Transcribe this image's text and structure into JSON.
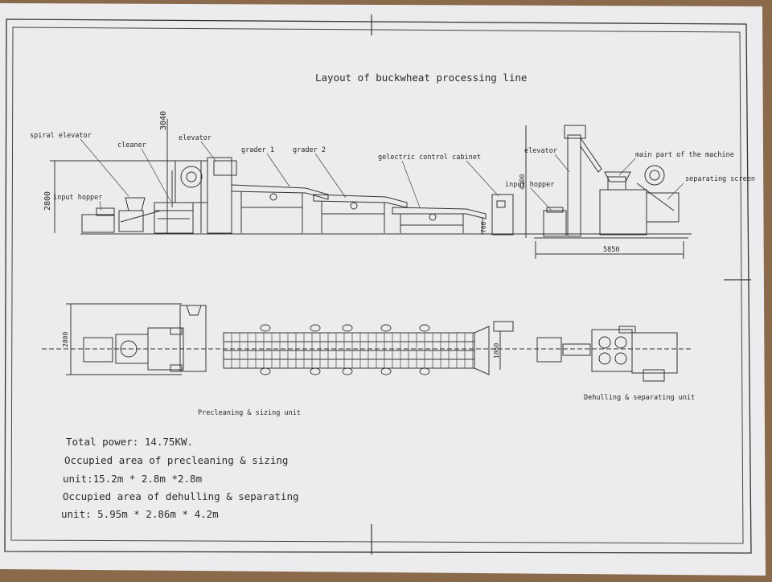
{
  "title": "Layout of buckwheat processing line",
  "labels": {
    "spiral_elevator": "spiral elevator",
    "cleaner": "cleaner",
    "elevator_left": "elevator",
    "grader_1": "grader 1",
    "grader_2": "grader 2",
    "control_cabinet": "gelectric control cabinet",
    "input_hopper_left": "input hopper",
    "elevator_right": "elevator",
    "main_part": "main part of the machine",
    "separating_screen": "separating screen",
    "input_hopper_right": "input hopper"
  },
  "dimensions": {
    "height_3040": "3040",
    "height_2800": "2800",
    "height_760": "760",
    "width_5850": "5850",
    "plan_2800": "2800",
    "plan_1860": "1860",
    "right_height": "4200"
  },
  "captions": {
    "precleaning": "Precleaning & sizing unit",
    "dehulling": "Dehulling & separating unit"
  },
  "notes": {
    "line1": "Total power: 14.75KW.",
    "line2": "Occupied area of precleaning & sizing",
    "line3": "unit:15.2m * 2.8m *2.8m",
    "line4": "Occupied area of dehulling & separating",
    "line5": "unit: 5.95m * 2.86m * 4.2m"
  },
  "colors": {
    "paper": "#ececee",
    "ink": "#2e2e2e",
    "table": "#8a6a4a"
  }
}
